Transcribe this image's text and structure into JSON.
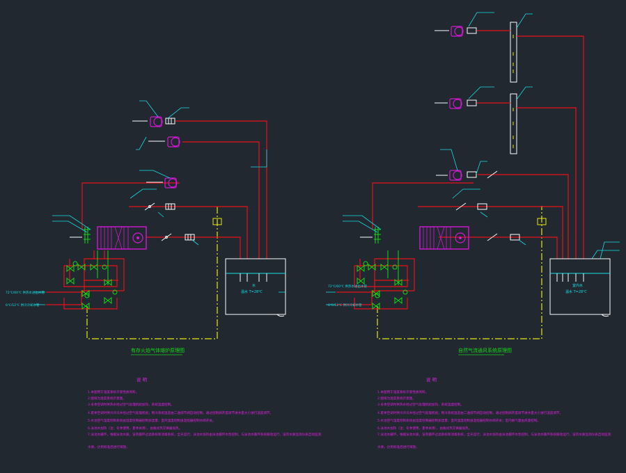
{
  "colors": {
    "background": "#212830",
    "pipe_red": "#e8121a",
    "boundary_yellow": "#e8e810",
    "valve_green": "#17d817",
    "label_cyan": "#17dfe6",
    "equipment_magenta": "#d418d4",
    "notes_magenta": "#e020e0",
    "white": "#ffffff"
  },
  "left_diagram": {
    "title": "有存火焰气体熔炉原理图",
    "tank_label": "水",
    "tank_temp": "温水 T=28℃",
    "label_a": "72℃/60℃ 供热水进出水管",
    "label_b": "6℃/12℃ 供冷冷却水管",
    "notes_title": "说 明",
    "notes": [
      "1.本图用于温度系统示意性质资料。",
      "2.图纸为温度系统示意图。",
      "3.冬季空调时供热水经过空气处理机组加热，系统温度控制。",
      "4.夏季空调时供冷冷冻水经过空气处理机组，制冷系统温度由二通调节阀自动控制，通过控制阀开度调节进水量大小进行温度调节。",
      "5.水池空气温度控制系统由湿度控制器控制加湿量；室内温度控制由温控器控制水阀开关。",
      "6.泳池水加热（注：冬季使用，夏季关闭），由板式热交换器加热。",
      "7.泳池水循环，根据泳池水质，设有循环过滤系统和消毒系统，全天运行。泳池水加热由泳池循环水泵控制，与泳池水循环系统联动运行，设有水质监测仪表自动监测",
      "  水质，达到标准后进行排放。"
    ]
  },
  "right_diagram": {
    "title": "自然气流通风系统原理图",
    "tank_label": "室内水",
    "tank_temp": "温水 T=28℃",
    "label_a": "72℃/60℃ 供热水进出水管",
    "label_b": "6℃/12℃ 供冷冷却水管",
    "notes_title": "说 明",
    "notes": [
      "1.本图用于温度系统示意性质资料。",
      "2.图纸为温度系统示意图。",
      "3.冬季空调时供热水经过空气处理机组加热，系统温度控制。",
      "4.夏季空调时供冷冷冻水经过空气处理机组，制冷系统温度由二通调节阀自动控制，通过控制阀开度调节进水量大小进行温度调节。",
      "5.水池空气温度控制系统由湿度控制器控制加湿量；室内温度控制由温控器控制水阀开关；室内换气量由风量控制。",
      "6.泳池水加热（注：冬季使用，夏季关闭），由板式热交换器加热。",
      "7.泳池水循环，根据泳池水质，设有循环过滤系统和消毒系统，全天运行。泳池水加热由泳池循环水泵控制，与泳池水循环系统联动运行，设有水质监测仪表自动监测",
      "  水质，达到标准后进行排放。"
    ]
  }
}
